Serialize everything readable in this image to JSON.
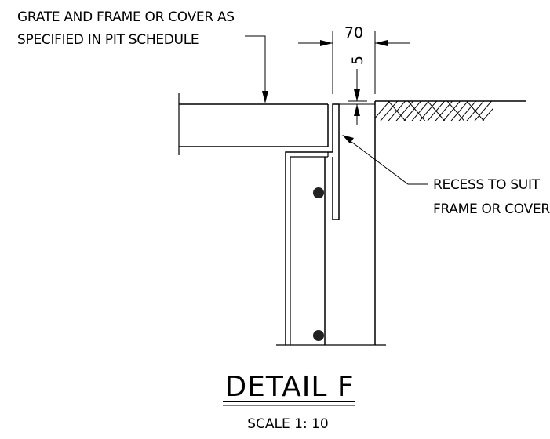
{
  "notes": {
    "grate_line1": "GRATE AND FRAME OR COVER AS",
    "grate_line2": "SPECIFIED IN PIT SCHEDULE",
    "recess_line1": "RECESS TO SUIT",
    "recess_line2": "FRAME OR COVER"
  },
  "dimensions": {
    "width": "70",
    "depth": "5"
  },
  "title": {
    "main": "DETAIL F",
    "scale": "SCALE 1: 10"
  }
}
